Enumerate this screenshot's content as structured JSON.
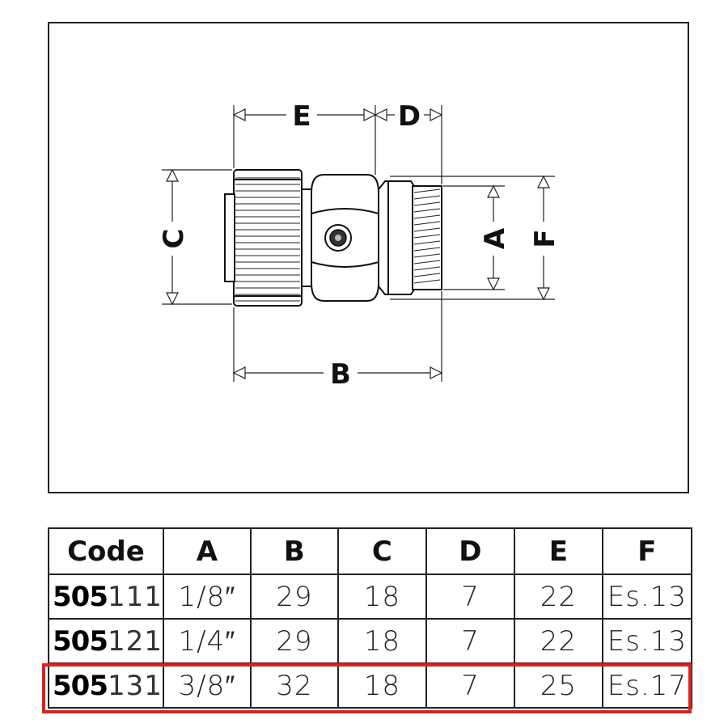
{
  "diagram": {
    "labels": {
      "A": "A",
      "B": "B",
      "C": "C",
      "D": "D",
      "E": "E",
      "F": "F"
    }
  },
  "table": {
    "headers": [
      "Code",
      "A",
      "B",
      "C",
      "D",
      "E",
      "F"
    ],
    "rows": [
      {
        "code_prefix": "505",
        "code_suffix": "111",
        "A": "1/8″",
        "B": "29",
        "C": "18",
        "D": "7",
        "E": "22",
        "F": "Es.13"
      },
      {
        "code_prefix": "505",
        "code_suffix": "121",
        "A": "1/4″",
        "B": "29",
        "C": "18",
        "D": "7",
        "E": "22",
        "F": "Es.13"
      },
      {
        "code_prefix": "505",
        "code_suffix": "131",
        "A": "3/8″",
        "B": "32",
        "C": "18",
        "D": "7",
        "E": "25",
        "F": "Es.17"
      }
    ],
    "highlighted_row": 3,
    "highlight_color": "#e0201b"
  }
}
